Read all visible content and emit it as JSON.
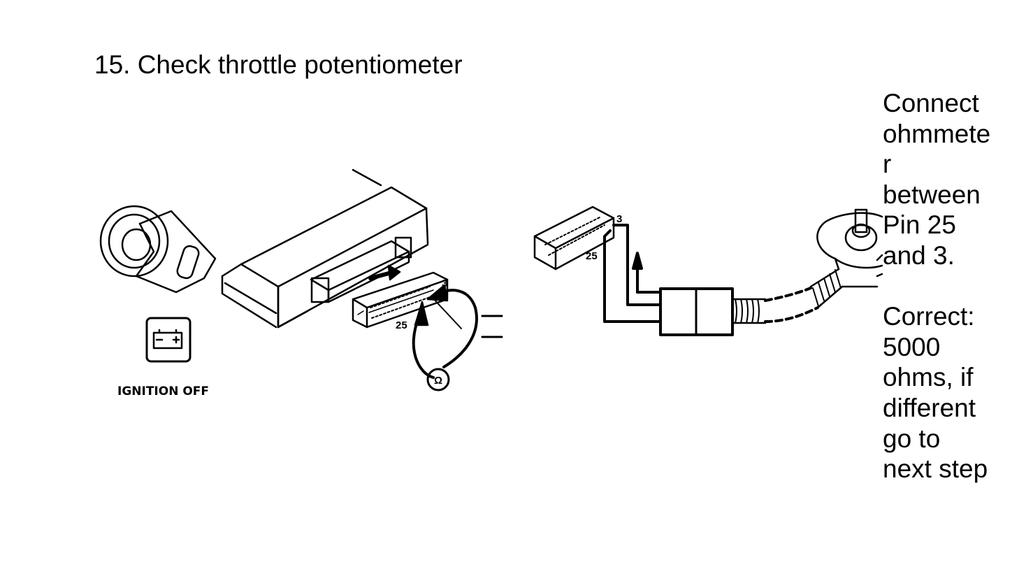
{
  "title": "15. Check throttle potentiometer",
  "labels": {
    "ignition": "IGNITION OFF",
    "pin3_left": "3",
    "pin25_left": "25",
    "pin3_right": "3",
    "pin25_right": "25",
    "ohm_symbol": "Ω"
  },
  "instructions": {
    "lines": [
      "Connect",
      "ohmmete",
      "r",
      "between",
      "Pin 25",
      "and 3.",
      "",
      "Correct:",
      "5000",
      "ohms, if",
      "different",
      "go to",
      "next step"
    ]
  }
}
